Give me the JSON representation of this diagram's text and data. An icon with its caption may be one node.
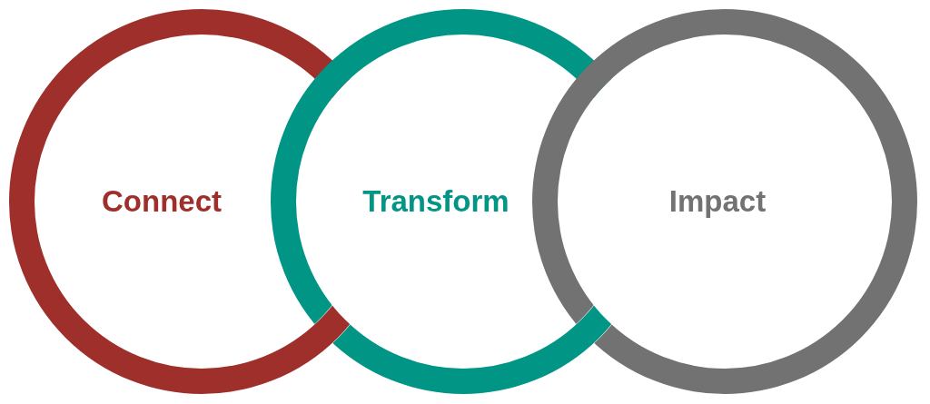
{
  "diagram": {
    "nodes": [
      {
        "text": [
          "Connect"
        ]
      },
      {
        "text": [
          "Transform"
        ]
      },
      {
        "text": [
          "Impact"
        ]
      }
    ]
  }
}
